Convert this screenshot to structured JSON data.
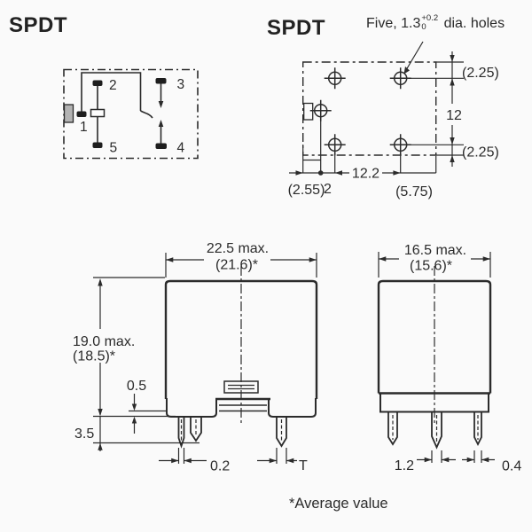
{
  "colors": {
    "background": "#fafafa",
    "ink": "#2b2b2b",
    "pad": "#1e1e1e",
    "coil_tab": "#b3b3b3"
  },
  "footnote": "*Average value",
  "schematic": {
    "title": "SPDT",
    "pin1": "1",
    "pin2": "2",
    "pin3": "3",
    "pin4": "4",
    "pin5": "5"
  },
  "mounting": {
    "title": "SPDT",
    "note_prefix": "Five, 1.3",
    "note_tol_upper": "+0.2",
    "note_tol_lower": "0",
    "note_suffix": " dia. holes",
    "dim_top_right": "(2.25)",
    "dim_pitch_vertical": "12",
    "dim_bottom_right": "(2.25)",
    "dim_offset_left": "(2.55)",
    "dim_coil_pitch": "2",
    "dim_pitch_horizontal": "12.2",
    "dim_offset_right": "(5.75)"
  },
  "front_view": {
    "dim_width": "22.5 max.",
    "dim_width_avg": "(21.6)*",
    "dim_height": "19.0 max.",
    "dim_height_avg": "(18.5)*",
    "dim_standoff": "0.5",
    "dim_pin_length": "3.5",
    "dim_pin_width": "0.2",
    "dim_pin_t": "T"
  },
  "side_view": {
    "dim_width": "16.5 max.",
    "dim_width_avg": "(15.6)*",
    "dim_pin_center": "1.2",
    "dim_pin_edge": "0.4"
  }
}
